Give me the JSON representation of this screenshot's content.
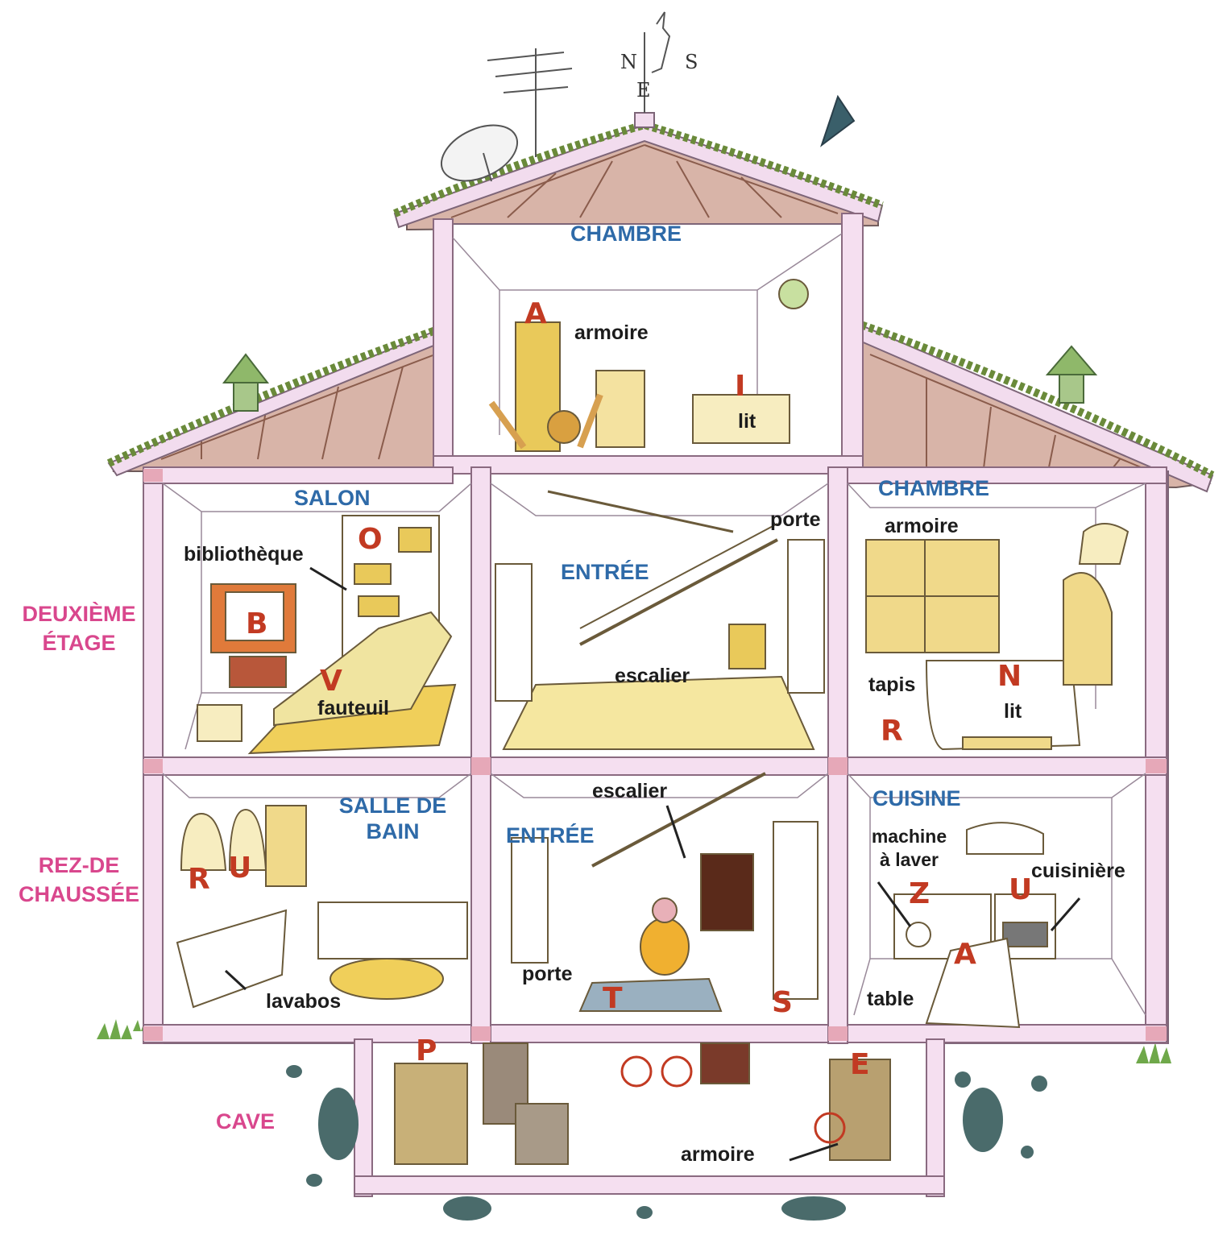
{
  "colors": {
    "wall": "#f5dff0",
    "wall_outline": "#8a6a80",
    "roof_wood": "#b47a6a",
    "moss": "#6a8a3a",
    "floor_yellow": "#f5e7a0",
    "furniture": "#e9c95a",
    "room_label": "#2e6aa8",
    "floor_label": "#d9478d",
    "letter": "#c23a22",
    "stone": "#4a6b6b"
  },
  "rooms": {
    "attic_bedroom": "CHAMBRE",
    "salon": "SALON",
    "entree_top": "ENTRÉE",
    "bedroom_right": "CHAMBRE",
    "bathroom_line1": "SALLE DE",
    "bathroom_line2": "BAIN",
    "entree_bottom": "ENTRÉE",
    "kitchen": "CUISINE"
  },
  "floors": {
    "second_line1": "DEUXIÈME",
    "second_line2": "ÉTAGE",
    "ground_line1": "REZ-DE",
    "ground_line2": "CHAUSSÉE",
    "cellar": "CAVE"
  },
  "words": {
    "attic_armoire": "armoire",
    "attic_lit": "lit",
    "bibliotheque": "bibliothèque",
    "fauteuil": "fauteuil",
    "porte_top": "porte",
    "escalier_top": "escalier",
    "bedroom_armoire": "armoire",
    "tapis": "tapis",
    "bedroom_lit": "lit",
    "lavabos": "lavabos",
    "escalier_bottom": "escalier",
    "porte_bottom": "porte",
    "machine_line1": "machine",
    "machine_line2": "à laver",
    "cuisiniere": "cuisinière",
    "table": "table",
    "cellar_armoire": "armoire"
  },
  "compass": {
    "n": "N",
    "s": "S",
    "e": "E"
  },
  "letters": {
    "attic_a": "A",
    "attic_i": "I",
    "salon_o": "O",
    "salon_b": "B",
    "salon_v": "V",
    "bedroom_n": "N",
    "bedroom_r": "R",
    "bath_r": "R",
    "bath_u": "U",
    "entree_t": "T",
    "entree_s": "S",
    "kitchen_z": "Z",
    "kitchen_u": "U",
    "kitchen_a": "A",
    "cellar_p": "P",
    "cellar_e": "E"
  }
}
